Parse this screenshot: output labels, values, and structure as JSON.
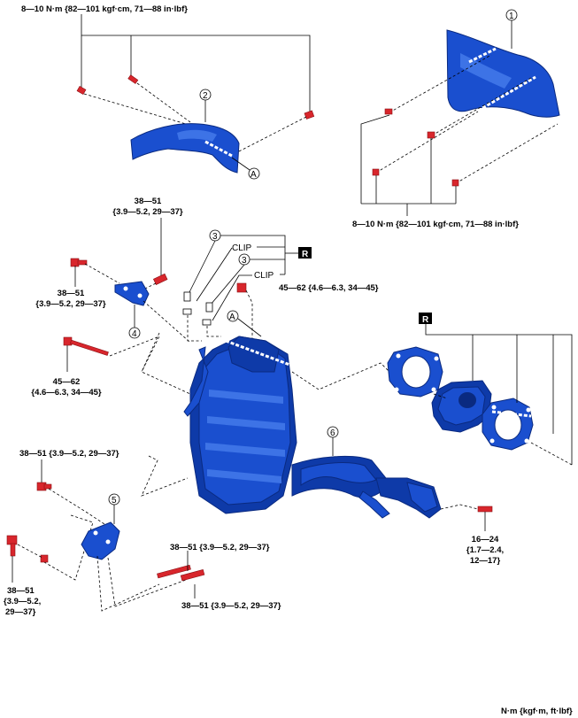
{
  "torques": {
    "t1": "8—10 N·m {82—101 kgf·cm, 71—88 in·lbf}",
    "t2": "8—10 N·m {82—101 kgf·cm, 71—88 in·lbf}",
    "t3a": "38—51",
    "t3b": "{3.9—5.2, 29—37}",
    "t4a": "38—51",
    "t4b": "{3.9—5.2, 29—37}",
    "t5": "45—62 {4.6—6.3, 34—45}",
    "t6a": "45—62",
    "t6b": "{4.6—6.3, 34—45}",
    "t7": "38—51 {3.9—5.2, 29—37}",
    "t8": "38—51 {3.9—5.2, 29—37}",
    "t9": "38—51 {3.9—5.2, 29—37}",
    "t10a": "38—51",
    "t10b": "{3.9—5.2,",
    "t10c": "29—37}",
    "t11a": "16—24",
    "t11b": "{1.7—2.4,",
    "t11c": "12—17}"
  },
  "callouts": {
    "c1": "1",
    "c2": "2",
    "c3a": "3",
    "c3b": "3",
    "c4": "4",
    "c5": "5",
    "c6": "6",
    "refA1": "A",
    "refA2": "A"
  },
  "clips": {
    "clip1": "CLIP",
    "clip2": "CLIP"
  },
  "replace_marks": {
    "r1": "R",
    "r2": "R"
  },
  "units_note": "N·m {kgf·m, ft·lbf}"
}
